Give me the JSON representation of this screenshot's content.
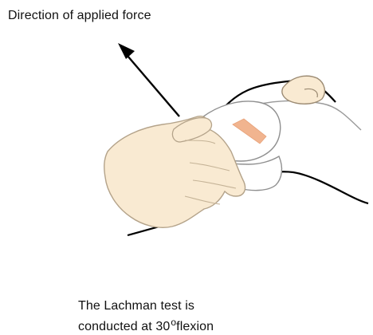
{
  "labels": {
    "force": "Direction of applied force",
    "caption_line1": "The Lachman test is",
    "caption_line2_prefix": "conducted at 30",
    "caption_line2_degree": "o",
    "caption_line2_suffix": "flexion"
  },
  "colors": {
    "skin": "#f9ead2",
    "skin_stroke": "#9b8a72",
    "knee": "#ffffff",
    "knee_stroke": "#8f8f8f",
    "ligament": "#f1b48f",
    "outline": "#000000"
  }
}
